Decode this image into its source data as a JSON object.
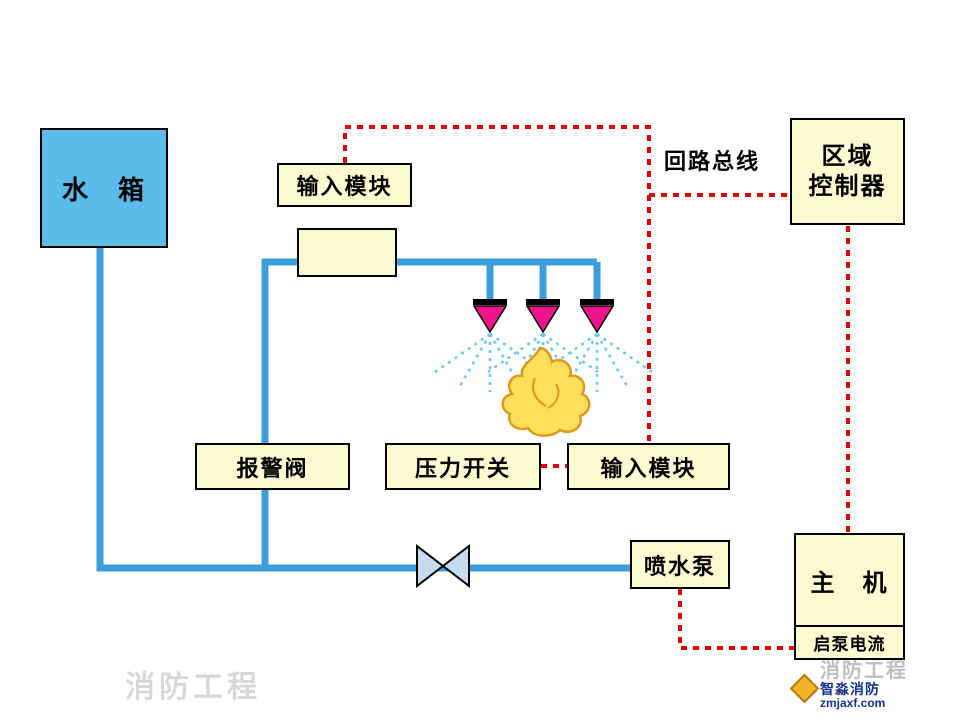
{
  "labels": {
    "water_tank": "水　箱",
    "input_module_top": "输入模块",
    "loop_bus": "回路总线",
    "zone_controller_line1": "区域",
    "zone_controller_line2": "控制器",
    "alarm_valve": "报警阀",
    "pressure_switch": "压力开关",
    "input_module_right": "输入模块",
    "spray_pump": "喷水泵",
    "host": "主　机",
    "pump_start_current": "启泵电流"
  },
  "watermark": {
    "left": "消防工程",
    "right": "消防工程",
    "brand": "智淼消防",
    "site": "zmjaxf.com"
  },
  "colors": {
    "tank_fill": "#5BBBEA",
    "module_fill": "#FBFBD2",
    "pipe_blue": "#3E9EDC",
    "signal_wire_red": "#E00000",
    "sprinkler_pink": "#F0148C",
    "spray_blue": "#6CC8EC",
    "flame_yellow": "#FFDE59",
    "valve_fill": "#C6DBEF"
  }
}
